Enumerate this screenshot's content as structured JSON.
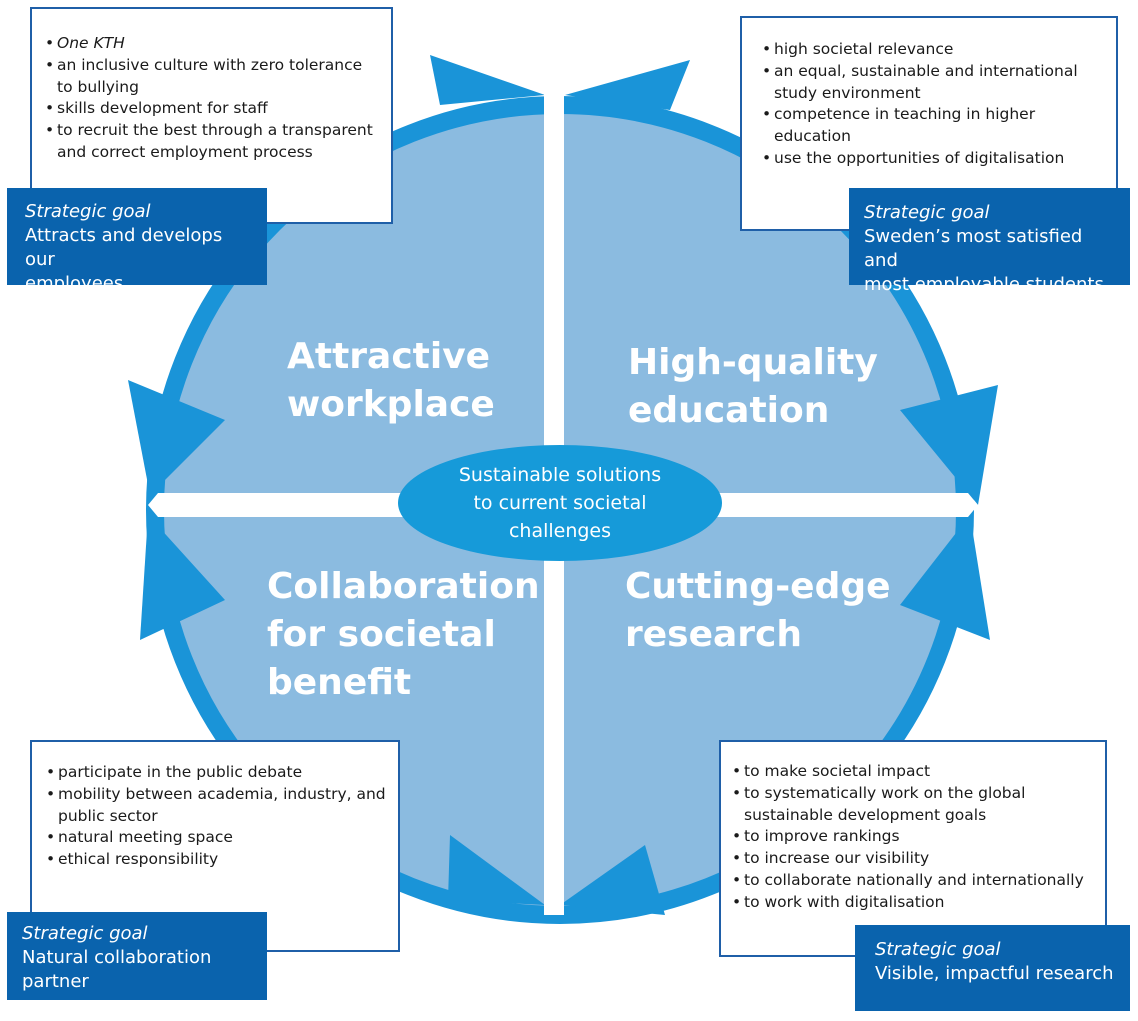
{
  "center": {
    "lines": [
      "Sustainable solutions",
      "to current societal",
      "challenges"
    ]
  },
  "quadrants": [
    {
      "id": "top-left",
      "label": "Attractive\nworkplace"
    },
    {
      "id": "top-right",
      "label": "High-quality\neducation"
    },
    {
      "id": "bottom-left",
      "label": "Collaboration\nfor societal\nbenefit"
    },
    {
      "id": "bottom-right",
      "label": "Cutting-edge\nresearch"
    }
  ],
  "goals": [
    {
      "id": "top-left",
      "tag": "Strategic goal",
      "text": "Attracts and develops our\nemployees",
      "bullets": [
        {
          "text": "One KTH",
          "italic": true
        },
        {
          "text": "an inclusive culture with zero tolerance to bullying"
        },
        {
          "text": "skills development for staff"
        },
        {
          "text": "to recruit the best through a transparent and correct employment process"
        }
      ]
    },
    {
      "id": "top-right",
      "tag": "Strategic goal",
      "text": "Sweden’s most satisfied and\nmost employable students",
      "bullets": [
        {
          "text": "high societal relevance"
        },
        {
          "text": "an equal, sustainable and international study environment"
        },
        {
          "text": "competence in teaching in higher education"
        },
        {
          "text": "use the opportunities of digitalisation"
        }
      ]
    },
    {
      "id": "bottom-left",
      "tag": "Strategic goal",
      "text": "Natural collaboration\npartner",
      "bullets": [
        {
          "text": "participate in the public debate"
        },
        {
          "text": "mobility between academia, industry, and public sector"
        },
        {
          "text": "natural meeting space"
        },
        {
          "text": "ethical responsibility"
        }
      ]
    },
    {
      "id": "bottom-right",
      "tag": "Strategic goal",
      "text": "Visible, impactful research",
      "bullets": [
        {
          "text": "to make societal impact"
        },
        {
          "text": "to systematically work on the global sustainable development goals"
        },
        {
          "text": "to improve rankings"
        },
        {
          "text": "to increase our visibility"
        },
        {
          "text": "to collaborate nationally and internationally"
        },
        {
          "text": "to work with digitalisation"
        }
      ]
    }
  ],
  "colors": {
    "circle_fill": "#8bbbe0",
    "ring": "#1a94d8",
    "arrow": "#1a94d8",
    "arrow_dark": "#137fc2",
    "center_ellipse": "#169ad9",
    "goal_box": "#0a63ad",
    "note_border": "#1f5fa8"
  }
}
